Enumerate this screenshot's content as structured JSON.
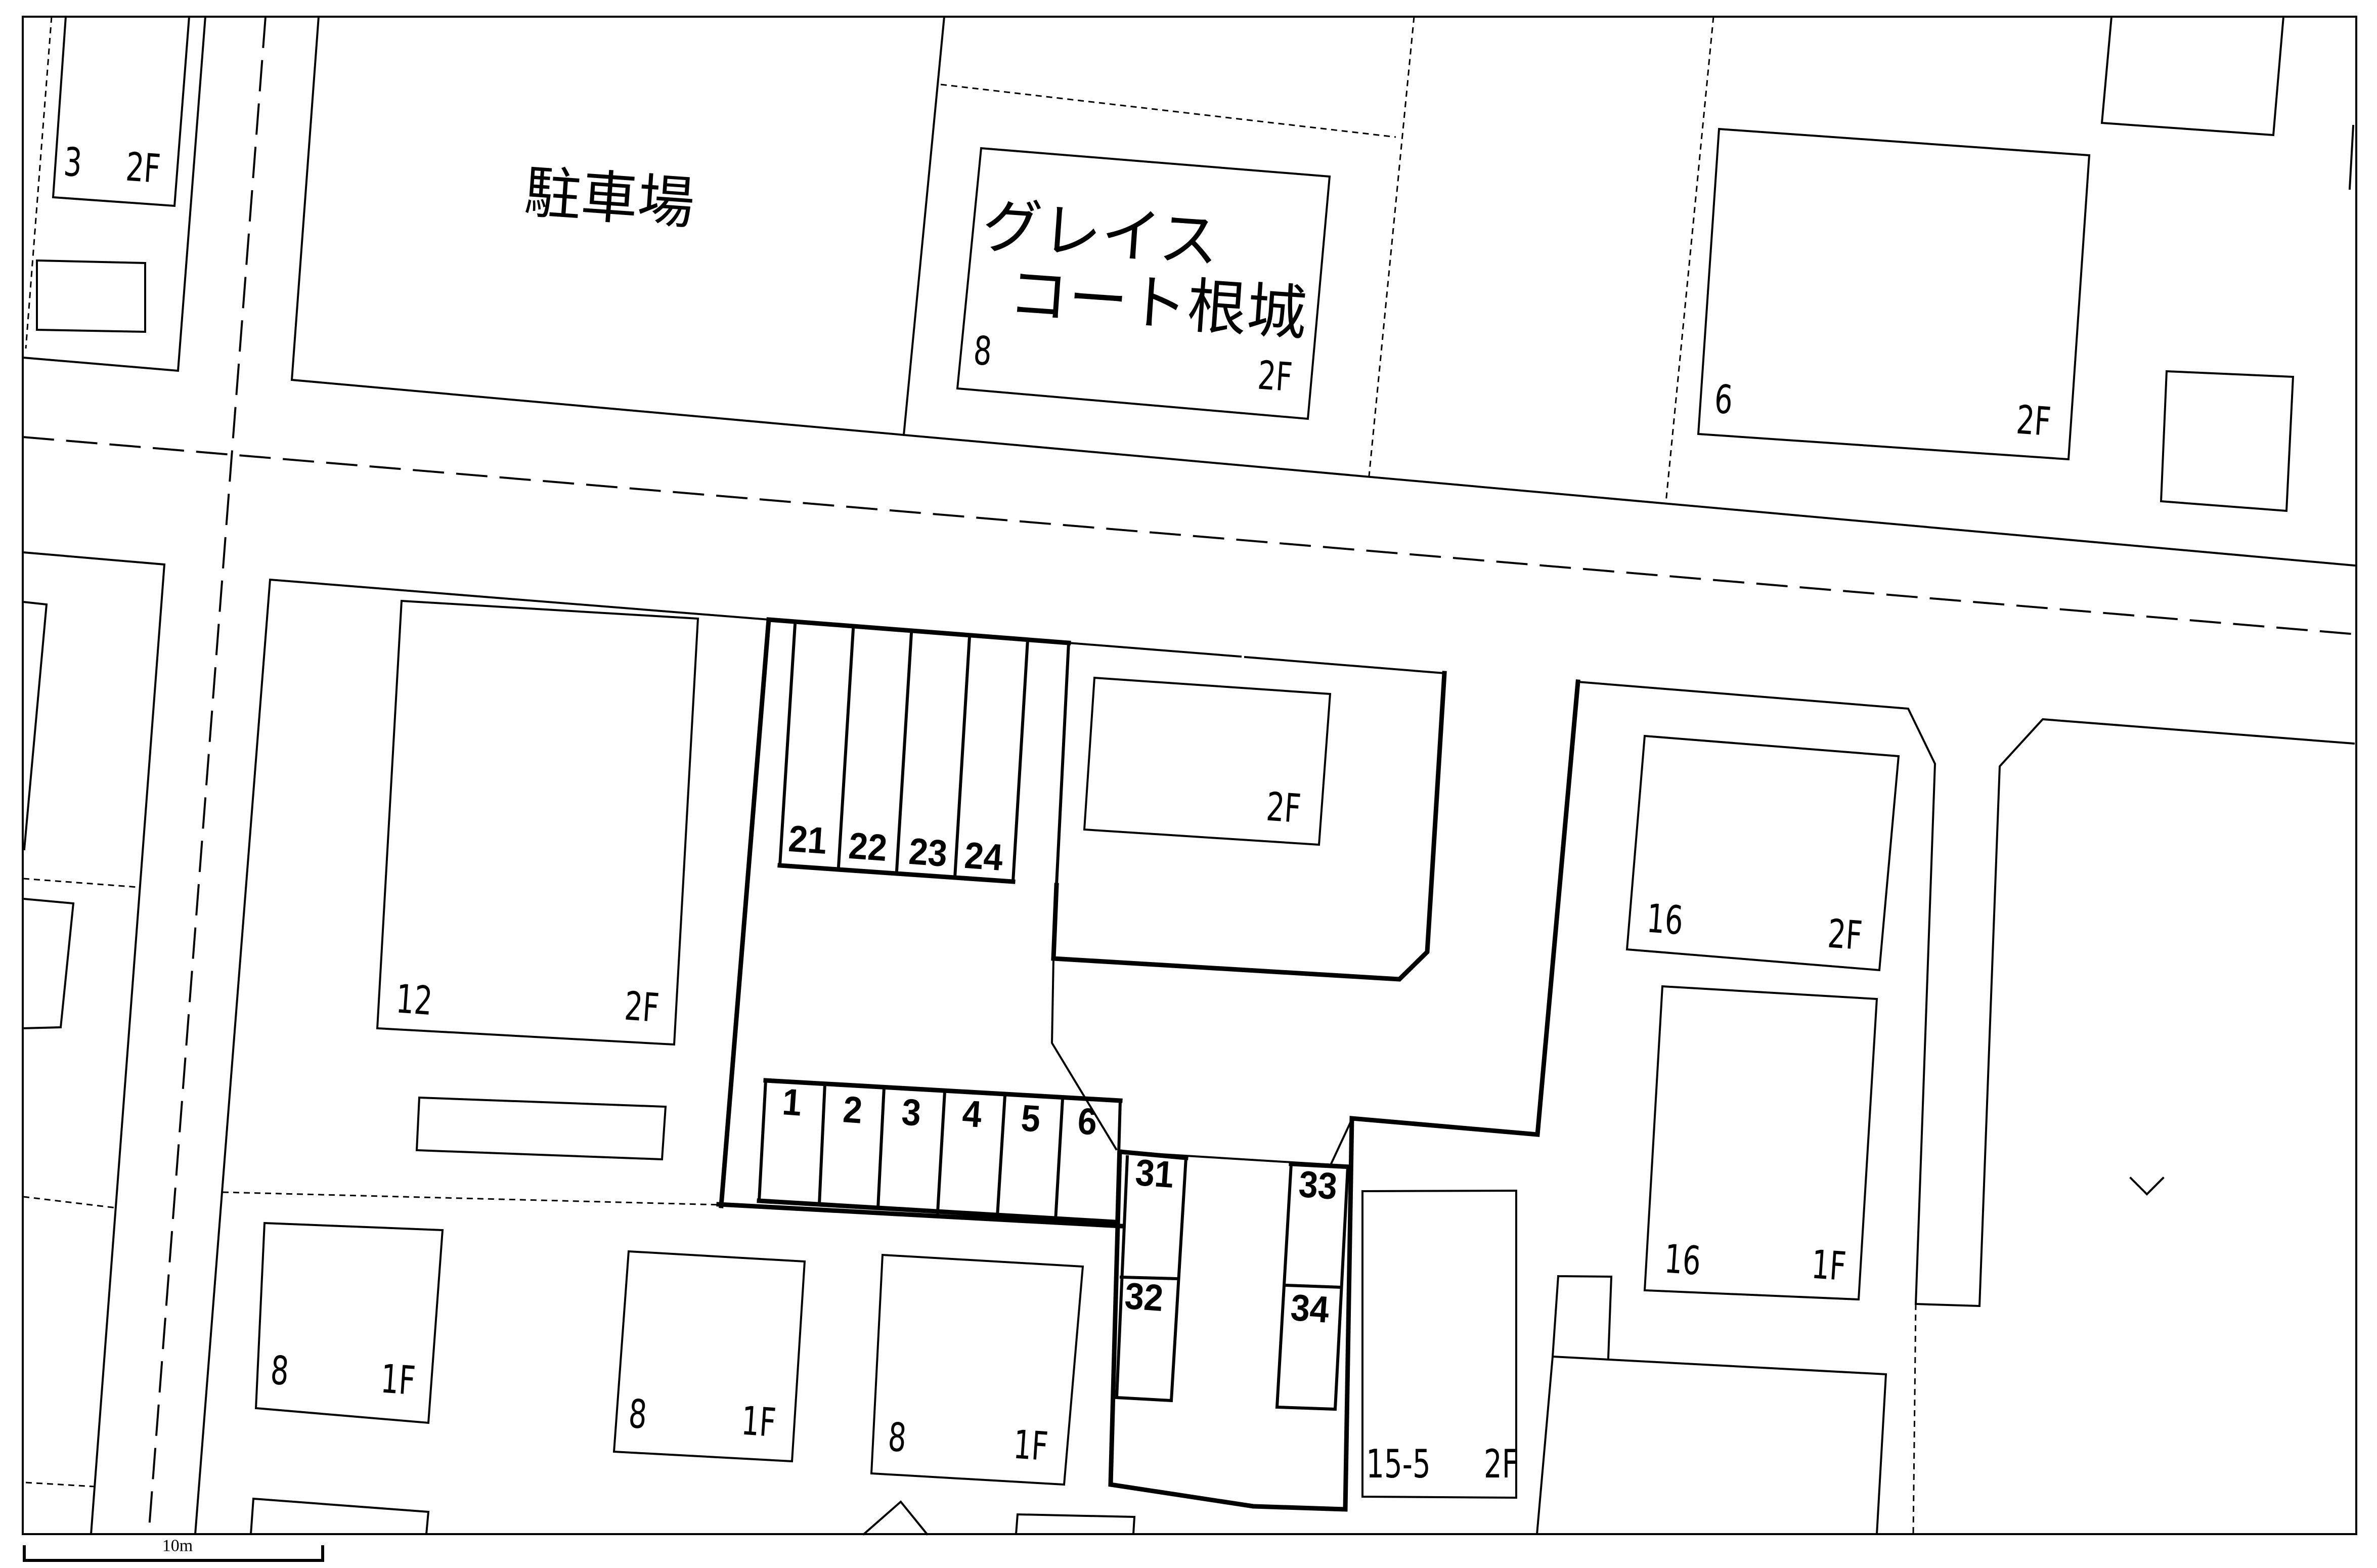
{
  "map": {
    "area_labels": {
      "parking_lot": "駐車場",
      "building_name_line1": "グレイス",
      "building_name_line2": "コート根城"
    },
    "buildings": [
      {
        "lot": "3",
        "floors": "2F"
      },
      {
        "lot": "8",
        "floors": "2F"
      },
      {
        "lot": "6",
        "floors": "2F"
      },
      {
        "lot": "12",
        "floors": "2F"
      },
      {
        "floors": "2F"
      },
      {
        "lot": "16",
        "floors": "2F"
      },
      {
        "lot": "16",
        "floors": "1F"
      },
      {
        "lot": "8",
        "floors": "1F"
      },
      {
        "lot": "8",
        "floors": "1F"
      },
      {
        "lot": "8",
        "floors": "1F"
      },
      {
        "lot": "15-5",
        "floors": "2F"
      }
    ],
    "parking_spaces": {
      "north_row": [
        "21",
        "22",
        "23",
        "24"
      ],
      "south_row": [
        "1",
        "2",
        "3",
        "4",
        "5",
        "6"
      ],
      "east_column_a": [
        "31",
        "32"
      ],
      "east_column_b": [
        "33",
        "34"
      ]
    },
    "scale_bar": {
      "label": "10m"
    },
    "markers": [
      {
        "icon": "chevron-down-icon"
      }
    ],
    "colors": {
      "line": "#000000",
      "background": "#ffffff"
    }
  }
}
